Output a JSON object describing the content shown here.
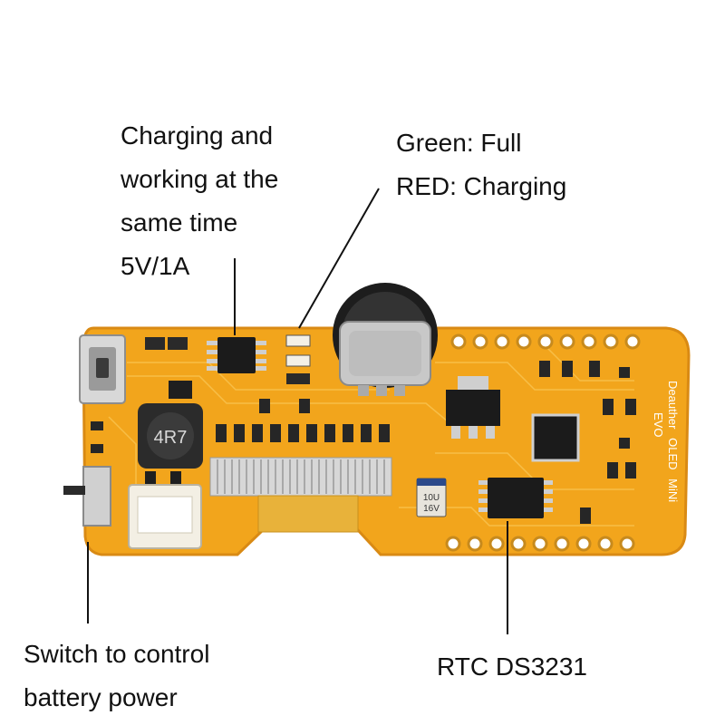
{
  "annotations": {
    "charging": {
      "lines": [
        "Charging and",
        "working at the",
        "same time",
        "5V/1A"
      ]
    },
    "led": {
      "lines": [
        "Green: Full",
        "RED: Charging"
      ]
    },
    "switch": {
      "lines": [
        "Switch to control",
        "battery power"
      ]
    },
    "rtc": {
      "lines": [
        "RTC DS3231"
      ]
    }
  },
  "board": {
    "silkscreen": [
      "Deauther",
      "OLED",
      "MiNi",
      "EVO"
    ],
    "inductor_marking": "4R7",
    "capacitor_marking": [
      "10U",
      "16V"
    ],
    "colors": {
      "pcb": "#f2a51c",
      "pcb_edge": "#e0901a",
      "trace": "#f8c04a",
      "chip": "#1b1b1b",
      "silver": "#c9c9c9",
      "connector": "#f3efe4"
    }
  }
}
